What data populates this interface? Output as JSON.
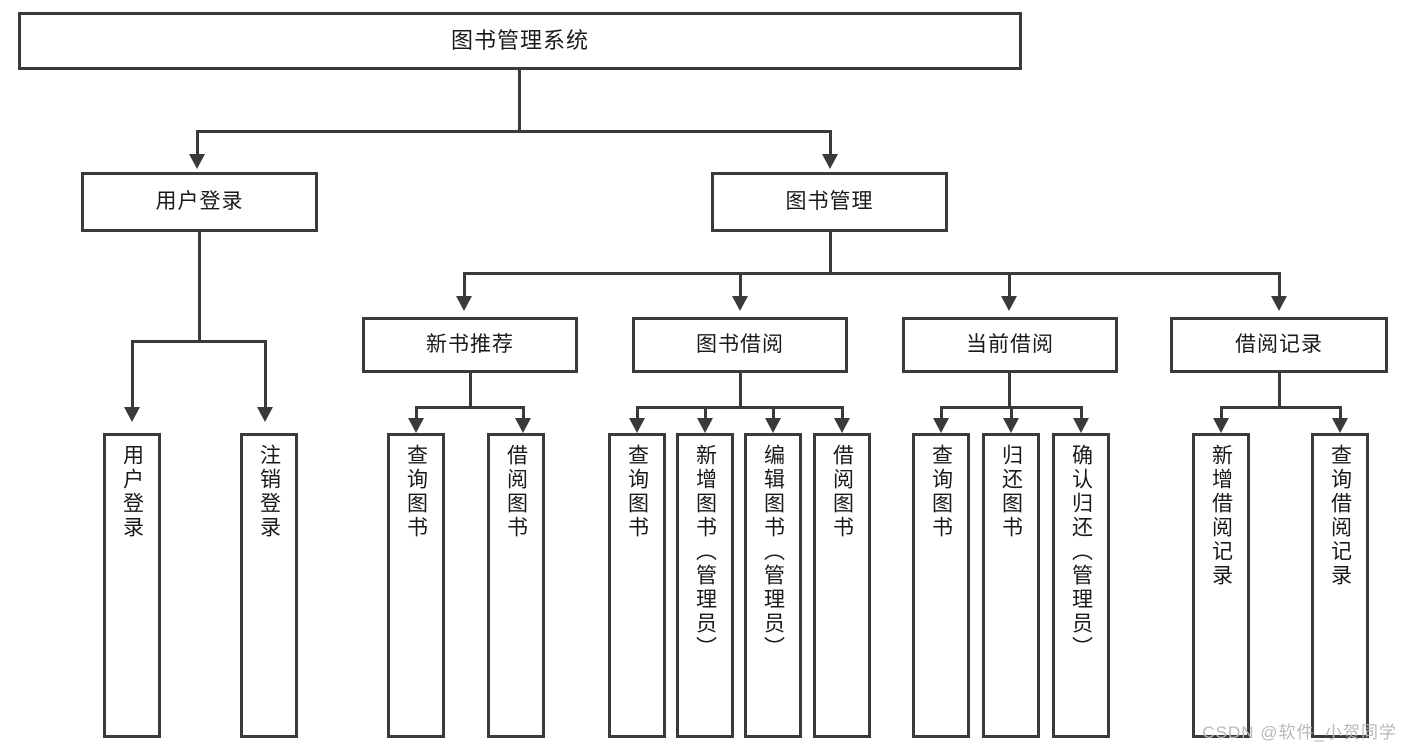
{
  "diagram": {
    "type": "tree-hierarchy",
    "title": "图书管理系统",
    "orientation": "top-down",
    "watermark": "CSDN @软件_小贺同学",
    "colors": {
      "stroke": "#3a3a3a",
      "fill": "#ffffff",
      "text": "#1a1a1a",
      "watermark": "#b9b9b9"
    },
    "nodes": {
      "root": {
        "label": "图书管理系统",
        "level": 1
      },
      "level2": [
        {
          "id": "user-login",
          "label": "用户登录"
        },
        {
          "id": "book-manage",
          "label": "图书管理"
        }
      ],
      "level3": [
        {
          "id": "new-book-rec",
          "label": "新书推荐"
        },
        {
          "id": "book-borrow",
          "label": "图书借阅"
        },
        {
          "id": "current-borrow",
          "label": "当前借阅"
        },
        {
          "id": "borrow-record",
          "label": "借阅记录"
        }
      ],
      "leaves": {
        "user-login": [
          {
            "id": "leaf-user-login",
            "label": "用户登录"
          },
          {
            "id": "leaf-user-logout",
            "label": "注销登录"
          }
        ],
        "new-book-rec": [
          {
            "id": "leaf-query-book-1",
            "label": "查询图书"
          },
          {
            "id": "leaf-borrow-book-1",
            "label": "借阅图书"
          }
        ],
        "book-borrow": [
          {
            "id": "leaf-query-book-2",
            "label": "查询图书"
          },
          {
            "id": "leaf-add-book",
            "label": "新增图书（管理员）"
          },
          {
            "id": "leaf-edit-book",
            "label": "编辑图书（管理员）"
          },
          {
            "id": "leaf-borrow-book-2",
            "label": "借阅图书"
          }
        ],
        "current-borrow": [
          {
            "id": "leaf-query-book-3",
            "label": "查询图书"
          },
          {
            "id": "leaf-return-book",
            "label": "归还图书"
          },
          {
            "id": "leaf-confirm-return",
            "label": "确认归还（管理员）"
          }
        ],
        "borrow-record": [
          {
            "id": "leaf-add-record",
            "label": "新增借阅记录"
          },
          {
            "id": "leaf-query-record",
            "label": "查询借阅记录"
          }
        ]
      }
    }
  }
}
